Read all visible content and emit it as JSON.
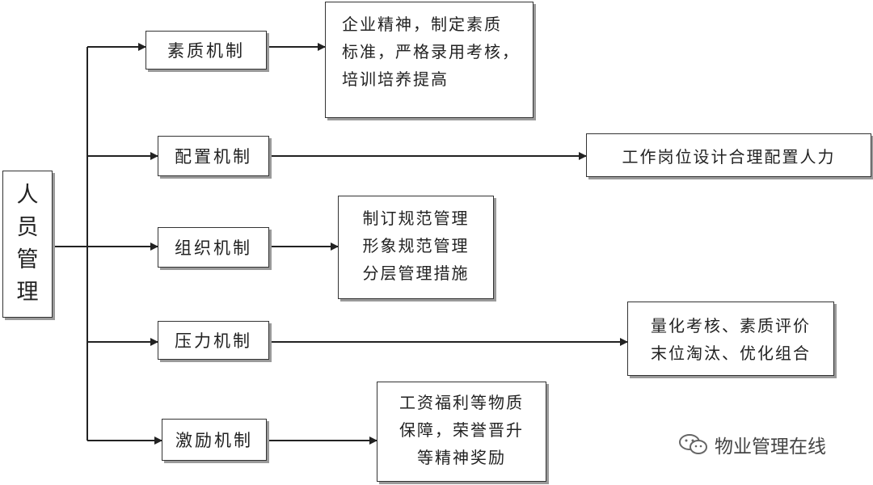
{
  "root": {
    "chars": [
      "人",
      "员",
      "管",
      "理"
    ]
  },
  "mechanisms": [
    {
      "label": "素质机制",
      "details": [
        "企业精神，制定素质",
        "标准，严格录用考核，",
        "培训培养提高"
      ]
    },
    {
      "label": "配置机制",
      "details": [
        "工作岗位设计合理配置人力"
      ]
    },
    {
      "label": "组织机制",
      "details": [
        "制订规范管理",
        "形象规范管理",
        "分层管理措施"
      ]
    },
    {
      "label": "压力机制",
      "details": [
        "量化考核、素质评价",
        "末位淘汰、优化组合"
      ]
    },
    {
      "label": "激励机制",
      "details": [
        "工资福利等物质",
        "保障，荣誉晋升",
        "等精神奖励"
      ]
    }
  ],
  "watermark": {
    "text": "物业管理在线",
    "icon": "wechat-icon"
  }
}
